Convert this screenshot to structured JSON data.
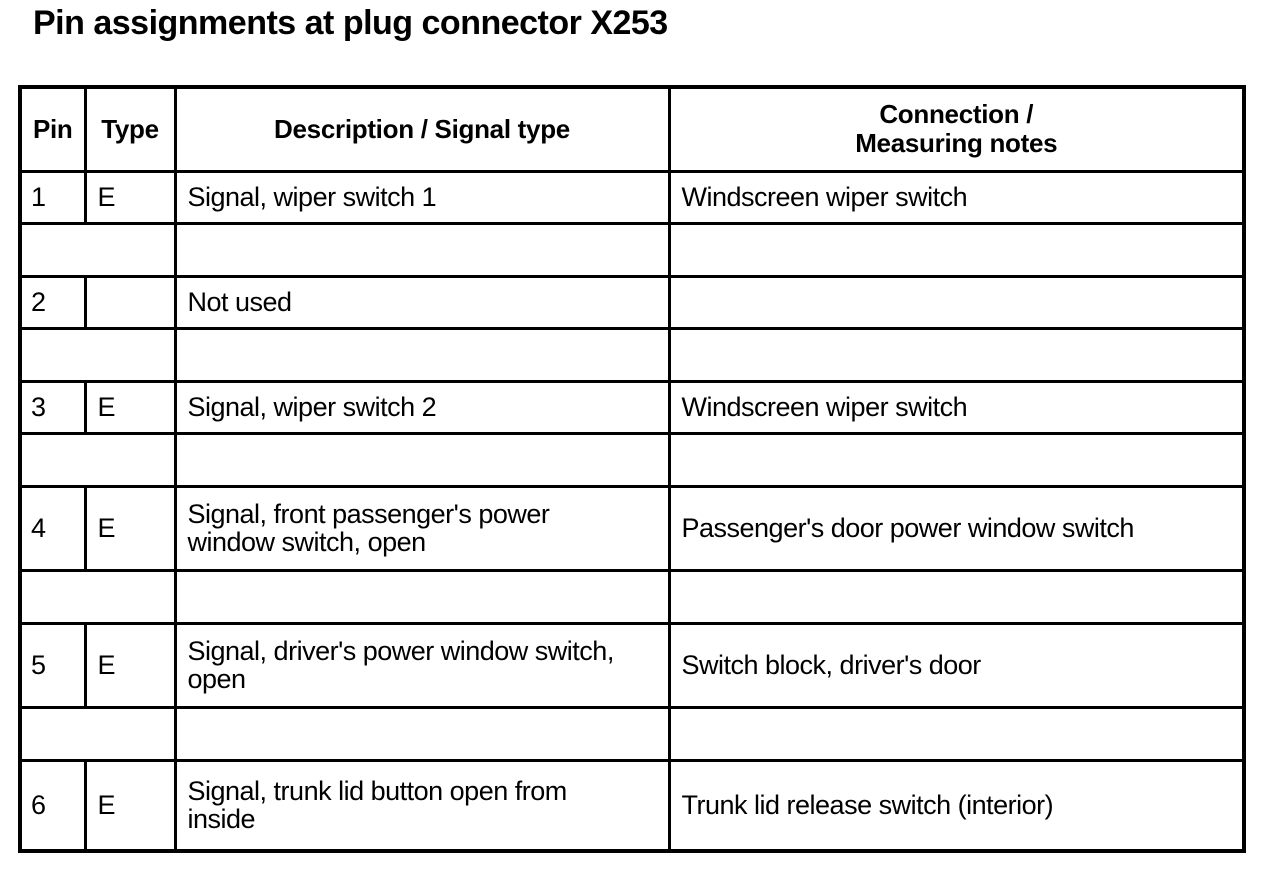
{
  "title": "Pin assignments at plug connector X253",
  "colors": {
    "text": "#000000",
    "border": "#000000",
    "background": "#ffffff"
  },
  "table": {
    "headers": {
      "pin": "Pin",
      "type": "Type",
      "description": "Description / Signal type",
      "connection": "Connection /\nMeasuring notes"
    },
    "rows": [
      {
        "pin": "1",
        "type": "E",
        "description": "Signal, wiper switch 1",
        "connection": "Windscreen wiper switch"
      },
      {
        "pin": "2",
        "type": "",
        "description": "Not used",
        "connection": ""
      },
      {
        "pin": "3",
        "type": "E",
        "description": "Signal, wiper switch 2",
        "connection": "Windscreen wiper switch"
      },
      {
        "pin": "4",
        "type": "E",
        "description": "Signal, front passenger's power\nwindow switch, open",
        "connection": "Passenger's door power window switch"
      },
      {
        "pin": "5",
        "type": "E",
        "description": "Signal, driver's power window switch,\nopen",
        "connection": "Switch block, driver's door"
      },
      {
        "pin": "6",
        "type": "E",
        "description": "Signal, trunk lid button open from\ninside",
        "connection": "Trunk lid release switch (interior)"
      }
    ]
  }
}
